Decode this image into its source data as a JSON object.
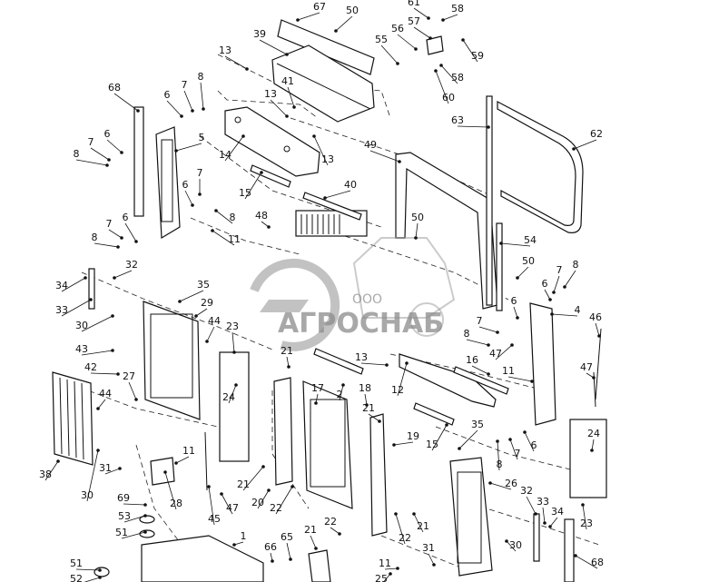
{
  "watermark": {
    "prefix": "ООО",
    "name": "АГРОСНАБ",
    "color": "#8c8c8c"
  },
  "callouts": [
    {
      "label": "67"
    },
    {
      "label": "50"
    },
    {
      "label": "61"
    },
    {
      "label": "58"
    },
    {
      "label": "57"
    },
    {
      "label": "56"
    },
    {
      "label": "55"
    },
    {
      "label": "59"
    },
    {
      "label": "58"
    },
    {
      "label": "60"
    },
    {
      "label": "39"
    },
    {
      "label": "13"
    },
    {
      "label": "68"
    },
    {
      "label": "6"
    },
    {
      "label": "7"
    },
    {
      "label": "8"
    },
    {
      "label": "41"
    },
    {
      "label": "13"
    },
    {
      "label": "63"
    },
    {
      "label": "62"
    },
    {
      "label": "6"
    },
    {
      "label": "7"
    },
    {
      "label": "8"
    },
    {
      "label": "5"
    },
    {
      "label": "14"
    },
    {
      "label": "13"
    },
    {
      "label": "49"
    },
    {
      "label": "15"
    },
    {
      "label": "40"
    },
    {
      "label": "6"
    },
    {
      "label": "7"
    },
    {
      "label": "8"
    },
    {
      "label": "48"
    },
    {
      "label": "50"
    },
    {
      "label": "7"
    },
    {
      "label": "6"
    },
    {
      "label": "8"
    },
    {
      "label": "11"
    },
    {
      "label": "54"
    },
    {
      "label": "32"
    },
    {
      "label": "34"
    },
    {
      "label": "50"
    },
    {
      "label": "7"
    },
    {
      "label": "8"
    },
    {
      "label": "6"
    },
    {
      "label": "35"
    },
    {
      "label": "29"
    },
    {
      "label": "6"
    },
    {
      "label": "33"
    },
    {
      "label": "4"
    },
    {
      "label": "46"
    },
    {
      "label": "30"
    },
    {
      "label": "44"
    },
    {
      "label": "23"
    },
    {
      "label": "7"
    },
    {
      "label": "8"
    },
    {
      "label": "43"
    },
    {
      "label": "21"
    },
    {
      "label": "47"
    },
    {
      "label": "13"
    },
    {
      "label": "42"
    },
    {
      "label": "16"
    },
    {
      "label": "47"
    },
    {
      "label": "27"
    },
    {
      "label": "17"
    },
    {
      "label": "2"
    },
    {
      "label": "12"
    },
    {
      "label": "11"
    },
    {
      "label": "44"
    },
    {
      "label": "24"
    },
    {
      "label": "18"
    },
    {
      "label": "21"
    },
    {
      "label": "24"
    },
    {
      "label": "19"
    },
    {
      "label": "15"
    },
    {
      "label": "35"
    },
    {
      "label": "11"
    },
    {
      "label": "8"
    },
    {
      "label": "7"
    },
    {
      "label": "6"
    },
    {
      "label": "38"
    },
    {
      "label": "31"
    },
    {
      "label": "26"
    },
    {
      "label": "21"
    },
    {
      "label": "32"
    },
    {
      "label": "33"
    },
    {
      "label": "30"
    },
    {
      "label": "69"
    },
    {
      "label": "28"
    },
    {
      "label": "47"
    },
    {
      "label": "20"
    },
    {
      "label": "22"
    },
    {
      "label": "34"
    },
    {
      "label": "23"
    },
    {
      "label": "53"
    },
    {
      "label": "45"
    },
    {
      "label": "22"
    },
    {
      "label": "21"
    },
    {
      "label": "51"
    },
    {
      "label": "21"
    },
    {
      "label": "22"
    },
    {
      "label": "30"
    },
    {
      "label": "1"
    },
    {
      "label": "66"
    },
    {
      "label": "65"
    },
    {
      "label": "51"
    },
    {
      "label": "11"
    },
    {
      "label": "31"
    },
    {
      "label": "68"
    },
    {
      "label": "52"
    },
    {
      "label": "25"
    }
  ]
}
